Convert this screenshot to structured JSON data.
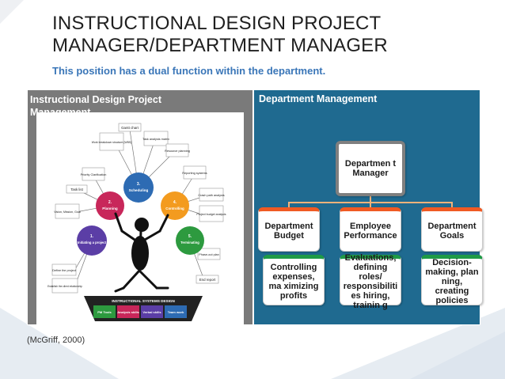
{
  "slide": {
    "title": "INSTRUCTIONAL DESIGN PROJECT MANAGER/DEPARTMENT MANAGER",
    "subtitle": "This position has a dual function within the department.",
    "citation": "(McGriff, 2000)"
  },
  "left_panel": {
    "heading": "Instructional Design Project Management",
    "figure": {
      "center_label": "",
      "segments": [
        {
          "number": "1.",
          "label": "Initiating a project",
          "color": "#5b3ea6"
        },
        {
          "number": "2.",
          "label": "Planning",
          "color": "#c8275a"
        },
        {
          "number": "3.",
          "label": "Scheduling",
          "color": "#2d6bb3"
        },
        {
          "number": "4.",
          "label": "Controlling",
          "color": "#f39b1f"
        },
        {
          "number": "5.",
          "label": "Terminating",
          "color": "#2d9a3f"
        }
      ],
      "boxes": [
        "Gantt chart",
        "Work breakdown structure (WBS)",
        "Task analysis matrix",
        "Resource planning",
        "Priority Clarification",
        "Task list",
        "Vision, Mission, Goal",
        "Reporting systems",
        "Crash path analysis",
        "Project budget analysis",
        "Define the project",
        "Establish the client relationship",
        "Phase-out plan",
        "End report"
      ],
      "base_title": "INSTRUCTIONAL SYSTEMS DESIGN",
      "base_items": [
        "PM Tools",
        "Analysis skills",
        "Verbal skills",
        "Team work"
      ]
    }
  },
  "right_panel": {
    "heading": "Department Management",
    "top": "Departmen t Manager",
    "columns": [
      {
        "head": "Department Budget",
        "detail": "Controlling expenses, ma ximizing profits"
      },
      {
        "head": "Employee Performance",
        "detail": "Evaluations, defining roles/ responsibiliti es hiring, trainin g"
      },
      {
        "head": "Department Goals",
        "detail": "Decision-making, plan ning, creating policies"
      }
    ]
  },
  "colors": {
    "subtitle": "#3a76b8",
    "left_panel_bg": "#7a7a7a",
    "right_panel_bg": "#1f6a90",
    "mid_box_accent": "#f05a23",
    "low_box_accent": "#1f9a46",
    "top_box_border": "#7f7f7f"
  }
}
